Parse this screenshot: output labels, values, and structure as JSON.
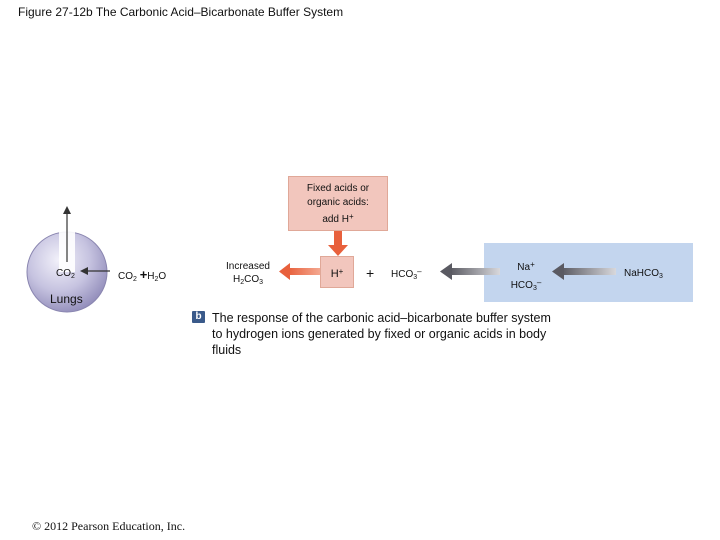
{
  "title": "Figure 27-12b The Carbonic Acid–Bicarbonate Buffer System",
  "lungs": {
    "label": "Lungs",
    "co2": "CO",
    "co2_sub": "2"
  },
  "reaction": {
    "co2": "CO",
    "co2_sub": "2",
    "plus": "+",
    "h2o_h": "H",
    "h2o_sub": "2",
    "h2o_o": "O"
  },
  "carbonic": {
    "line1": "Increased",
    "h": "H",
    "h_sub": "2",
    "co": "CO",
    "co_sub": "3"
  },
  "fixed_acids": {
    "line1": "Fixed acids or",
    "line2": "organic acids:",
    "line3": "add H",
    "line3_sup": "+"
  },
  "hydrogen": {
    "h": "H",
    "sup": "+"
  },
  "plus_sign": "+",
  "bicarbonate": {
    "text": "HCO",
    "sub": "3",
    "sup": "–"
  },
  "sodium_pair": {
    "na": "Na",
    "na_sup": "+",
    "hco": "HCO",
    "hco_sub": "3",
    "hco_sup": "–"
  },
  "nahco3": {
    "text": "NaHCO",
    "sub": "3"
  },
  "caption": {
    "badge": "b",
    "text": "The response of the carbonic acid–bicarbonate buffer system to hydrogen ions generated by fixed or organic acids in body fluids"
  },
  "copyright": "© 2012 Pearson Education, Inc.",
  "colors": {
    "pink_box": "#f2c6bd",
    "blue_box": "#c3d5ee",
    "orange_arrow": "#e8603c",
    "gray_arrow": "#6a6a72",
    "lung_sphere": "#b7b3d6"
  }
}
